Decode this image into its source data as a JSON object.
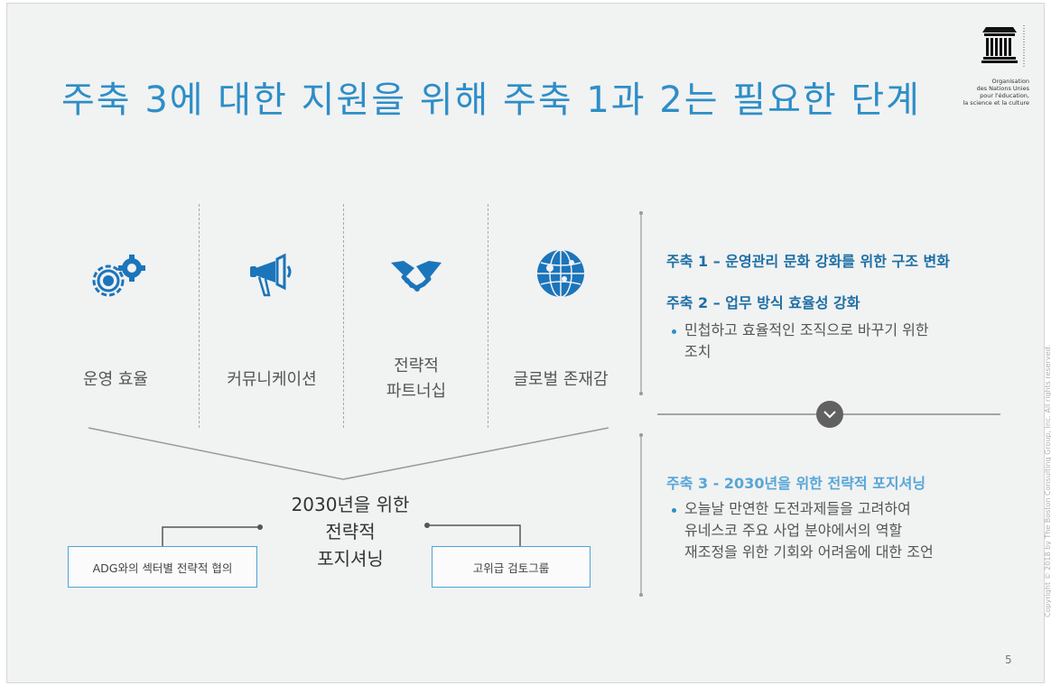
{
  "title": "주축 3에 대한 지원을 위해 주축 1과 2는 필요한 단계",
  "logo": {
    "name": "UNESCO",
    "caption": "Organisation\ndes Nations Unies\npour l'éducation,\nla science et la culture"
  },
  "pillars": [
    {
      "label": "운영 효율",
      "icon": "gears-icon"
    },
    {
      "label": "커뮤니케이션",
      "icon": "megaphone-icon"
    },
    {
      "label": "전략적\n파트너십",
      "icon": "handshake-icon"
    },
    {
      "label": "글로벌 존재감",
      "icon": "globe-icon"
    }
  ],
  "center": {
    "text": "2030년을 위한\n전략적\n포지셔닝"
  },
  "boxes": {
    "left": "ADG와의 섹터별 전략적 협의",
    "right": "고위급 검토그룹"
  },
  "right_panel": {
    "axis1": "주축 1 – 운영관리 문화 강화를 위한 구조 변화",
    "axis2": "주축 2 – 업무 방식 효율성 강화",
    "axis2_bullet": "민첩하고 효율적인 조직으로 바꾸기 위한\n조치",
    "axis3": "주축 3 - 2030년을 위한 전략적 포지셔닝",
    "axis3_bullet": "오늘날 만연한 도전과제들을 고려하여\n유네스코 주요 사업 분야에서의 역할\n재조정을 위한 기회와 어려움에 대한 조언"
  },
  "copyright": "Copyright © 2018 by The Boston Consulting Group, Inc. All rights reserved.",
  "page_number": "5",
  "colors": {
    "accent": "#2d8ec7",
    "dark_accent": "#1d6fa5",
    "icon": "#1b75bb",
    "divider": "#8a8a8a"
  }
}
